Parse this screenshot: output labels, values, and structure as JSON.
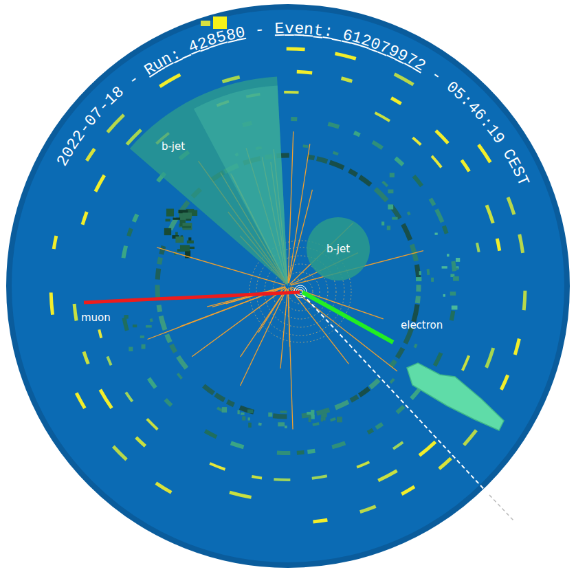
{
  "diagram": {
    "nodes": [
      {
        "text": [
          "b-jet"
        ]
      },
      {
        "text": [
          "b-jet"
        ]
      }
    ],
    "labels": [
      "2022-07-18",
      "-",
      "Run: 428580",
      "-",
      "Event: 612079972",
      "-",
      "05:46:19 CEST",
      "muon",
      "electron"
    ]
  }
}
